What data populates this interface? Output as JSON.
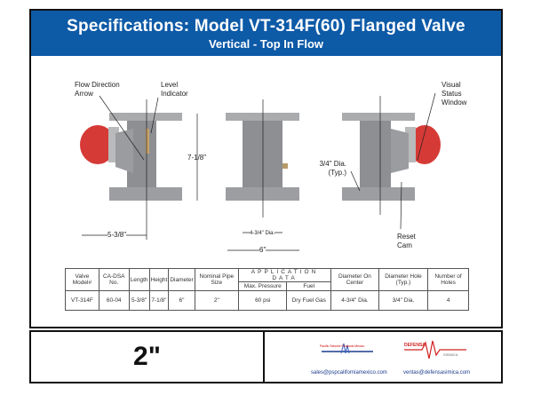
{
  "header": {
    "title": "Specifications: Model VT-314F(60) Flanged Valve",
    "subtitle": "Vertical - Top In Flow"
  },
  "diagram": {
    "labels": {
      "flow_arrow": "Flow Direction Arrow",
      "level": "Level Indicator",
      "height": "7-1/8\"",
      "length": "5-3/8\"",
      "bolt_circle": "4-3/4\" Dia.",
      "diameter": "6\"",
      "hole": "3/4\" Dia. (Typ.)",
      "reset": "Reset Cam",
      "window": "Visual Status Window"
    }
  },
  "table": {
    "headers": [
      "Valve Model#",
      "CA-DSA No.",
      "Length",
      "Height",
      "Diameter",
      "Nominal Pipe Size",
      "APPLICATION DATA",
      "Diameter On Center",
      "Diameter Hole (Typ.)",
      "Number of Holes"
    ],
    "subheaders": [
      "Max. Pressure",
      "Fuel"
    ],
    "row": [
      "VT-314F",
      "60-04",
      "5-3/8\"",
      "7-1/8\"",
      "6\"",
      "2\"",
      "60 psi",
      "Dry Fuel Gas",
      "4-3/4\" Dia.",
      "3/4\" Dia.",
      "4"
    ]
  },
  "footer": {
    "size": "2\"",
    "brand1": "Pacific Seismic Products Mexico",
    "brand2_a": "DEFENSA",
    "brand2_b": "SISMICA",
    "email1": "sales@pspcaliforniamexico.com",
    "email2": "ventas@defensasimica.com"
  },
  "colors": {
    "header": "#0d5aa7",
    "valve": "#8d8f92",
    "cap": "#d63a36"
  }
}
